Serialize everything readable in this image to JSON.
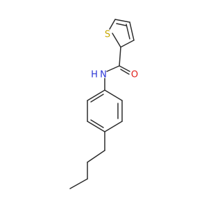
{
  "molecule": {
    "atoms": {
      "sulfur": {
        "symbol": "S",
        "color": "#c8a800"
      },
      "nitrogen": {
        "symbol": "N",
        "color": "#2b35d6"
      },
      "hydrogen": {
        "symbol": "H",
        "color": "#2b35d6"
      },
      "oxygen": {
        "symbol": "O",
        "color": "#e0211b"
      }
    },
    "bond_color": "#2b2b2b",
    "background": "#ffffff"
  }
}
